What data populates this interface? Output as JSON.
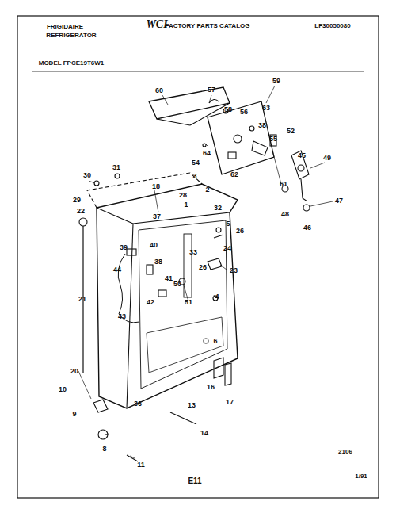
{
  "diagram": {
    "labels": [
      "FRIGIDAIRE",
      "REFRIGERATOR",
      "WCI",
      "FACTORY PARTS CATALOG",
      "LF30050080",
      "MODEL FPCE19T6W1",
      "60",
      "57",
      "59",
      "58",
      "56",
      "63",
      "38",
      "55",
      "52",
      "64",
      "54",
      "62",
      "61",
      "45",
      "49",
      "48",
      "46",
      "47",
      "30",
      "31",
      "29",
      "22",
      "18",
      "28",
      "2",
      "3",
      "1",
      "37",
      "32",
      "5",
      "26",
      "24",
      "23",
      "33",
      "26",
      "39",
      "40",
      "38",
      "41",
      "42",
      "44",
      "43",
      "50",
      "51",
      "4",
      "6",
      "21",
      "20",
      "10",
      "9",
      "36",
      "16",
      "17",
      "13",
      "14",
      "8",
      "11",
      "2106",
      "E11",
      "1/91"
    ]
  }
}
